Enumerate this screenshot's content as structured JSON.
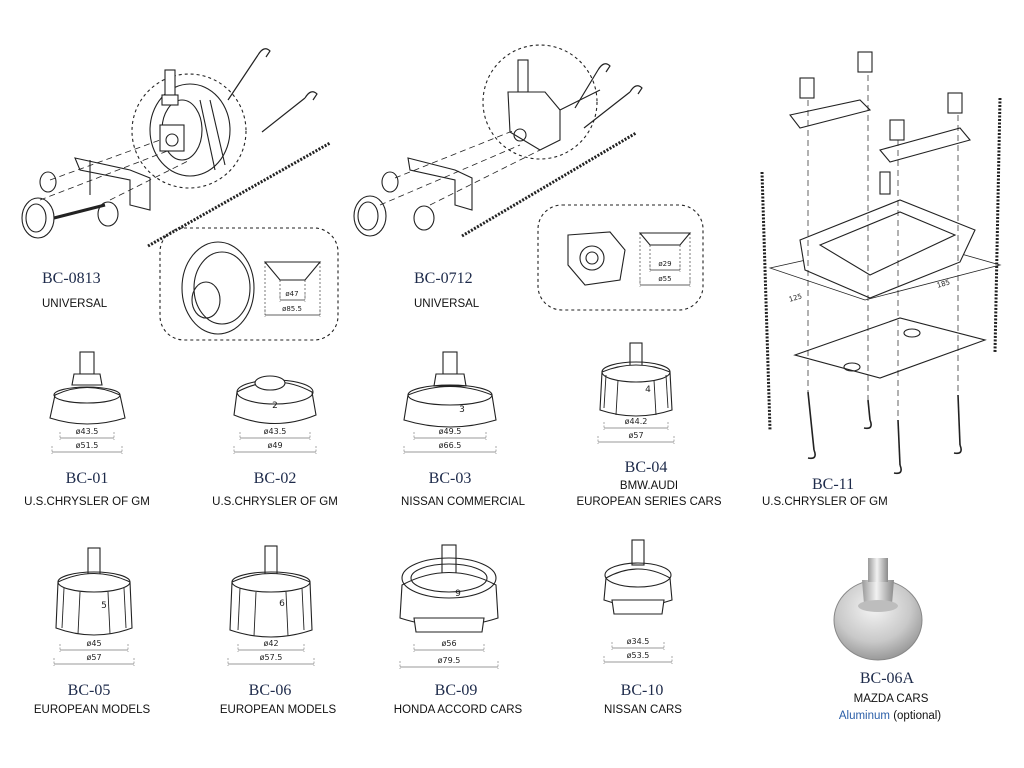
{
  "products": [
    {
      "id": "bc0813",
      "code": "BC-0813",
      "desc": "UNIVERSAL",
      "dims": [
        "ø47",
        "ø85.5"
      ]
    },
    {
      "id": "bc0712",
      "code": "BC-0712",
      "desc": "UNIVERSAL",
      "dims": [
        "ø29",
        "ø55"
      ]
    },
    {
      "id": "bc11",
      "code": "BC-11",
      "desc": "U.S.CHRYSLER OF GM",
      "dims": [
        "125",
        "185"
      ]
    },
    {
      "id": "bc01",
      "code": "BC-01",
      "desc": "U.S.CHRYSLER OF GM",
      "dims": [
        "ø43.5",
        "ø51.5"
      ]
    },
    {
      "id": "bc02",
      "code": "BC-02",
      "desc": "U.S.CHRYSLER OF GM",
      "dims": [
        "ø43.5",
        "ø49"
      ]
    },
    {
      "id": "bc03",
      "code": "BC-03",
      "desc": "NISSAN COMMERCIAL",
      "dims": [
        "ø49.5",
        "ø66.5"
      ]
    },
    {
      "id": "bc04",
      "code": "BC-04",
      "desc": "BMW.AUDI",
      "desc2": "EUROPEAN SERIES CARS",
      "dims": [
        "ø44.2",
        "ø57"
      ]
    },
    {
      "id": "bc05",
      "code": "BC-05",
      "desc": "EUROPEAN MODELS",
      "dims": [
        "ø45",
        "ø57"
      ]
    },
    {
      "id": "bc06",
      "code": "BC-06",
      "desc": "EUROPEAN MODELS",
      "dims": [
        "ø42",
        "ø57.5"
      ]
    },
    {
      "id": "bc09",
      "code": "BC-09",
      "desc": "HONDA ACCORD CARS",
      "dims": [
        "ø56",
        "ø79.5"
      ]
    },
    {
      "id": "bc10",
      "code": "BC-10",
      "desc": "NISSAN CARS",
      "dims": [
        "ø34.5",
        "ø53.5"
      ]
    },
    {
      "id": "bc06a",
      "code": "BC-06A",
      "desc": "MAZDA CARS",
      "material": "Aluminum",
      "note": "(optional)"
    }
  ],
  "cap_numbers": {
    "bc02": "2",
    "bc03": "3",
    "bc04": "4",
    "bc05": "5",
    "bc06": "6",
    "bc09": "9"
  },
  "colors": {
    "line": "#222222",
    "code_text": "#1d2a4a",
    "aluminum_text": "#2a5ea8"
  }
}
